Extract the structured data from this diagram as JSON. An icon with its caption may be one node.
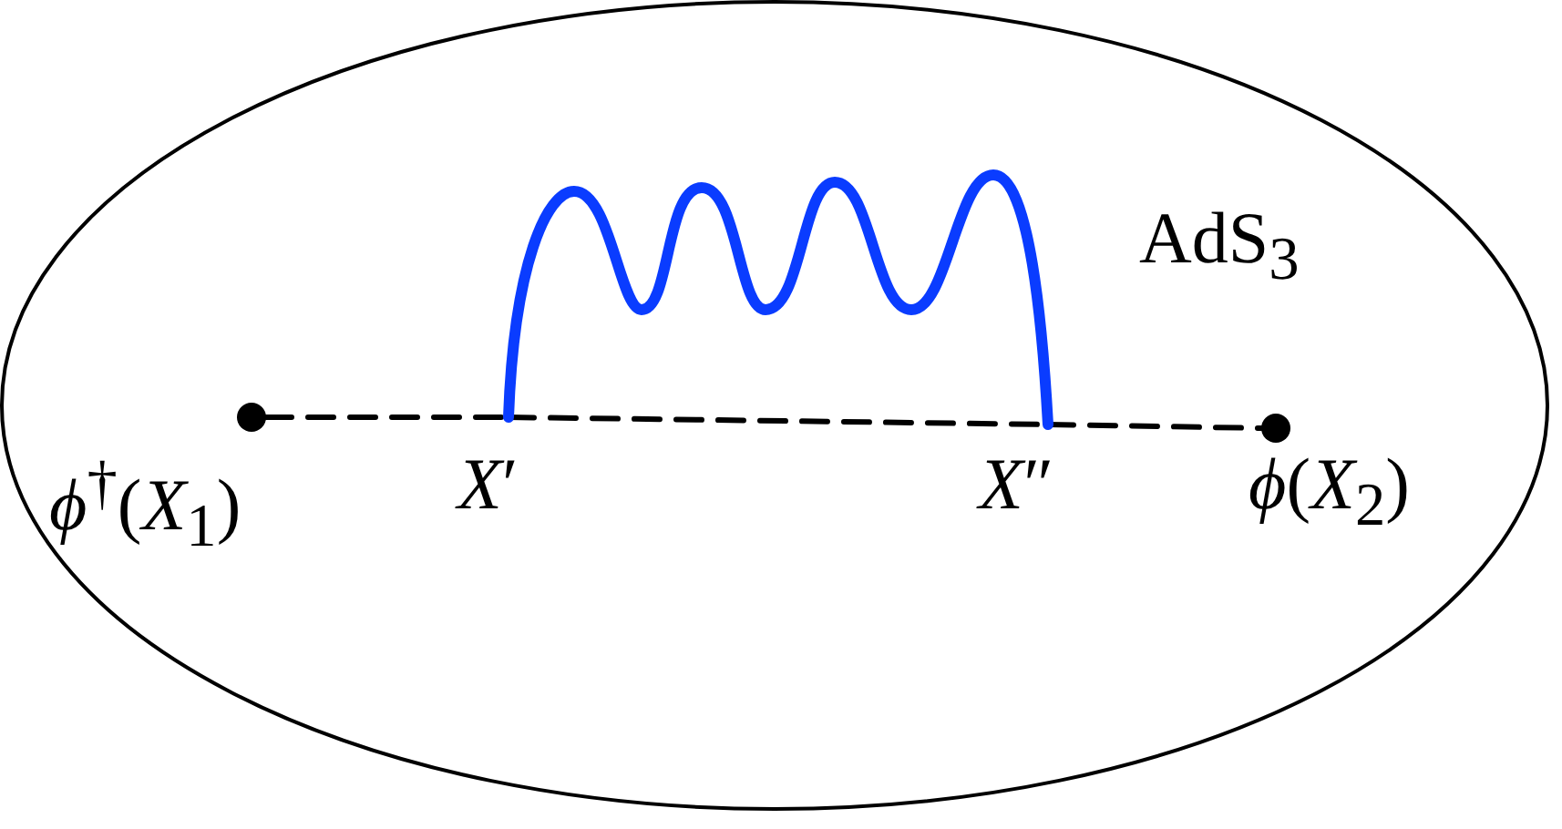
{
  "diagram": {
    "nodes": [
      {
        "text": [
          "AdS$_{3}$"
        ]
      },
      {
        "text": [
          "*ϕ*$^{†}$(*X*$_{1}$)"
        ],
        "in": 0
      },
      {
        "text": [
          "*X*′"
        ],
        "in": 0
      },
      {
        "text": [
          "*X*″"
        ],
        "in": 0
      },
      {
        "text": [
          "*ϕ*(*X*$_{2}$)"
        ],
        "in": 0
      }
    ],
    "edges": [
      {
        "from": 1,
        "to": 2,
        "arrow": "none",
        "style": "dashed"
      },
      {
        "from": 2,
        "to": 3,
        "arrow": "none",
        "style": "dashed"
      },
      {
        "from": 3,
        "to": 4,
        "arrow": "none",
        "style": "dashed"
      },
      {
        "from": 2,
        "to": 3,
        "arrow": "none",
        "style": "thick",
        "color": "#0a3cff"
      }
    ]
  }
}
